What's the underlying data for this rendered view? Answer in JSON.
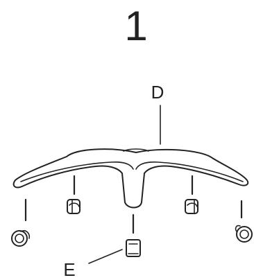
{
  "step": {
    "number": "1"
  },
  "labels": {
    "base": "D",
    "caster": "E"
  },
  "colors": {
    "ink": "#222222",
    "paper": "#ffffff"
  }
}
